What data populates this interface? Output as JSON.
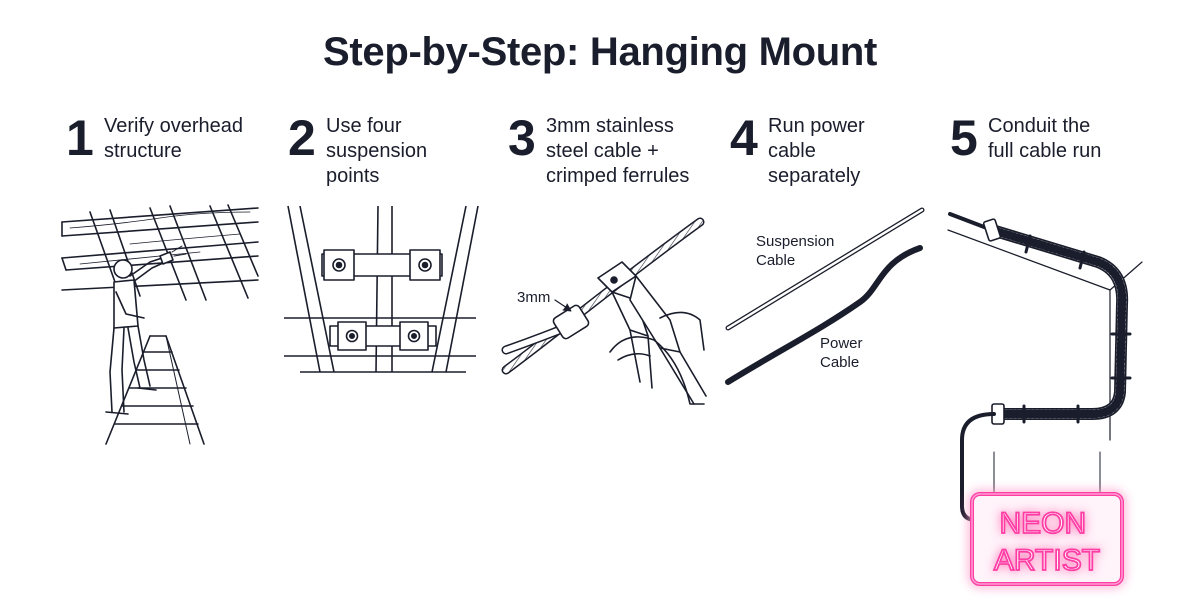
{
  "title": "Step-by-Step: Hanging Mount",
  "steps": [
    {
      "number": "1",
      "lines": [
        "Verify overhead",
        "structure"
      ]
    },
    {
      "number": "2",
      "lines": [
        "Use four",
        "suspension",
        "points"
      ]
    },
    {
      "number": "3",
      "lines": [
        "3mm stainless",
        "steel cable +",
        "crimped ferrules"
      ]
    },
    {
      "number": "4",
      "lines": [
        "Run power",
        "cable",
        "separately"
      ]
    },
    {
      "number": "5",
      "lines": [
        "Conduit the",
        "full cable run"
      ]
    }
  ],
  "labels": {
    "cable_size": "3mm",
    "suspension_cable": [
      "Suspension",
      "Cable"
    ],
    "power_cable": [
      "Power",
      "Cable"
    ],
    "sign_text": [
      "NEON",
      "ARTIST"
    ]
  },
  "colors": {
    "ink": "#1a1d2b",
    "neon": "#ff3ea5"
  }
}
